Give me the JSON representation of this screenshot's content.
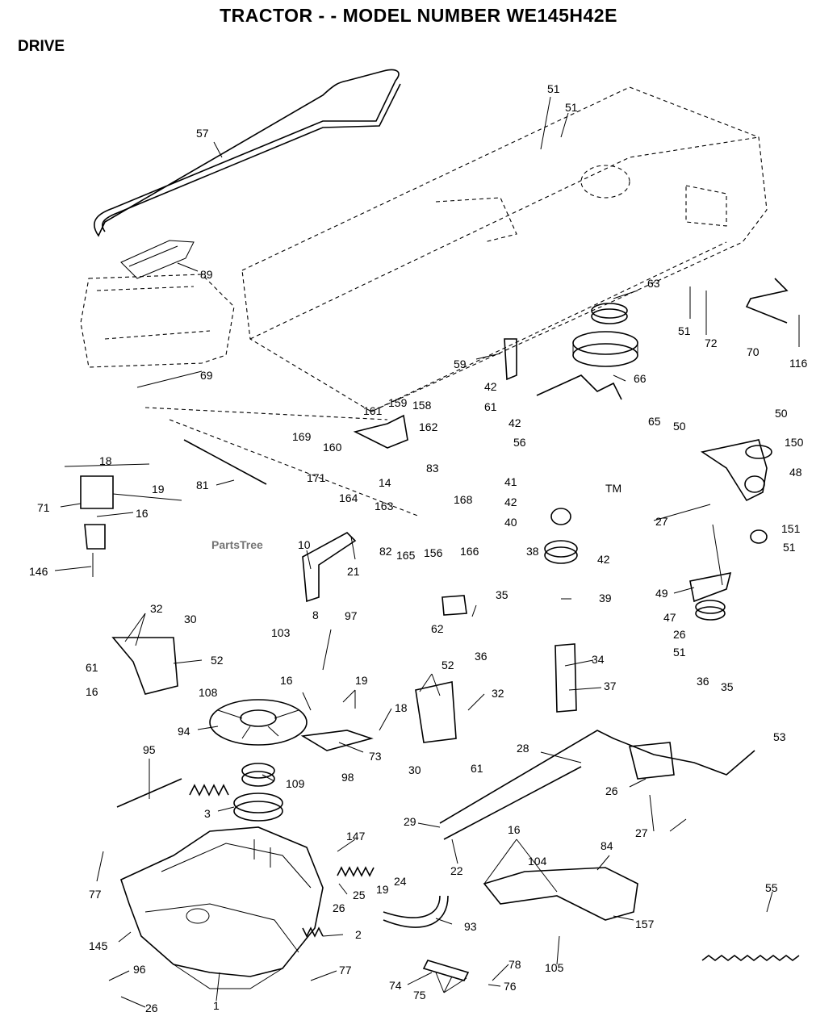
{
  "title": "TRACTOR - - MODEL NUMBER WE145H42E",
  "section": "DRIVE",
  "watermark": "PartsTree",
  "watermark_tm": "TM",
  "callouts": [
    "57",
    "51",
    "51",
    "89",
    "63",
    "51",
    "72",
    "70",
    "116",
    "69",
    "59",
    "66",
    "42",
    "61",
    "42",
    "56",
    "65",
    "50",
    "50",
    "150",
    "48",
    "161",
    "159",
    "158",
    "162",
    "169",
    "160",
    "171",
    "18",
    "81",
    "83",
    "14",
    "164",
    "41",
    "42",
    "19",
    "71",
    "16",
    "163",
    "168",
    "27",
    "40",
    "151",
    "51",
    "82",
    "165",
    "156",
    "166",
    "38",
    "42",
    "146",
    "10",
    "21",
    "39",
    "49",
    "8",
    "47",
    "32",
    "97",
    "35",
    "62",
    "26",
    "51",
    "30",
    "103",
    "36",
    "61",
    "52",
    "34",
    "16",
    "52",
    "37",
    "16",
    "19",
    "108",
    "18",
    "32",
    "36",
    "35",
    "94",
    "73",
    "53",
    "95",
    "98",
    "30",
    "61",
    "28",
    "109",
    "26",
    "3",
    "29",
    "27",
    "147",
    "16",
    "22",
    "84",
    "104",
    "77",
    "24",
    "25",
    "19",
    "26",
    "55",
    "93",
    "157",
    "145",
    "2",
    "105",
    "96",
    "78",
    "77",
    "74",
    "76",
    "75",
    "1",
    "26"
  ]
}
